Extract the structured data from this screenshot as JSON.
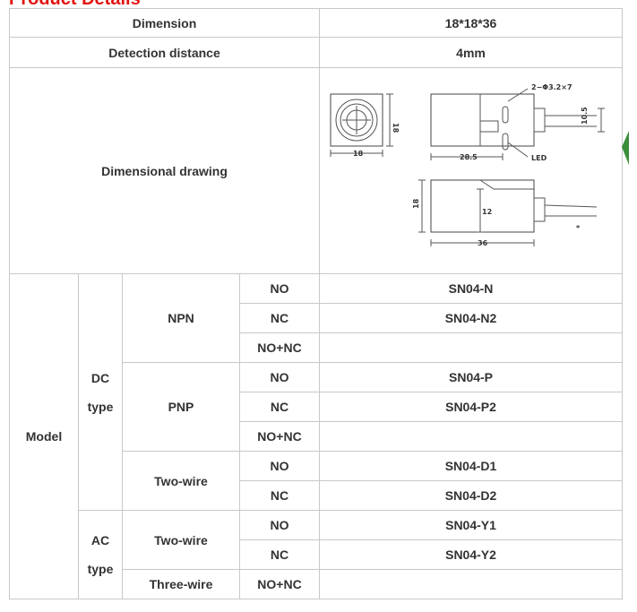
{
  "heading": "Product Details",
  "rows": {
    "dimension": {
      "label": "Dimension",
      "value": "18*18*36"
    },
    "detection": {
      "label": "Detection distance",
      "value": "4mm"
    },
    "drawing": {
      "label": "Dimensional drawing"
    }
  },
  "drawing_labels": {
    "front_width": "18",
    "front_height": "18",
    "mount_hole": "2−Φ3.2×7",
    "cable_height": "10.5",
    "body_length_top": "28.5",
    "led": "LED",
    "side_height": "18",
    "inner_height": "12",
    "total_length": "36",
    "marker": "*"
  },
  "model": {
    "label": "Model",
    "dc": {
      "line1": "DC",
      "line2": "type"
    },
    "ac": {
      "line1": "AC",
      "line2": "type"
    },
    "npn": "NPN",
    "pnp": "PNP",
    "two_wire_dc": "Two-wire",
    "two_wire_ac": "Two-wire",
    "three_wire": "Three-wire",
    "rows": [
      {
        "mode": "NO",
        "part": "SN04-N"
      },
      {
        "mode": "NC",
        "part": "SN04-N2"
      },
      {
        "mode": "NO+NC",
        "part": ""
      },
      {
        "mode": "NO",
        "part": "SN04-P"
      },
      {
        "mode": "NC",
        "part": "SN04-P2"
      },
      {
        "mode": "NO+NC",
        "part": ""
      },
      {
        "mode": "NO",
        "part": "SN04-D1"
      },
      {
        "mode": "NC",
        "part": "SN04-D2"
      },
      {
        "mode": "NO",
        "part": "SN04-Y1"
      },
      {
        "mode": "NC",
        "part": "SN04-Y2"
      },
      {
        "mode": "NO+NC",
        "part": ""
      }
    ]
  },
  "colors": {
    "heading": "#e0140f",
    "border": "#c8c8c8",
    "text": "#333333"
  }
}
